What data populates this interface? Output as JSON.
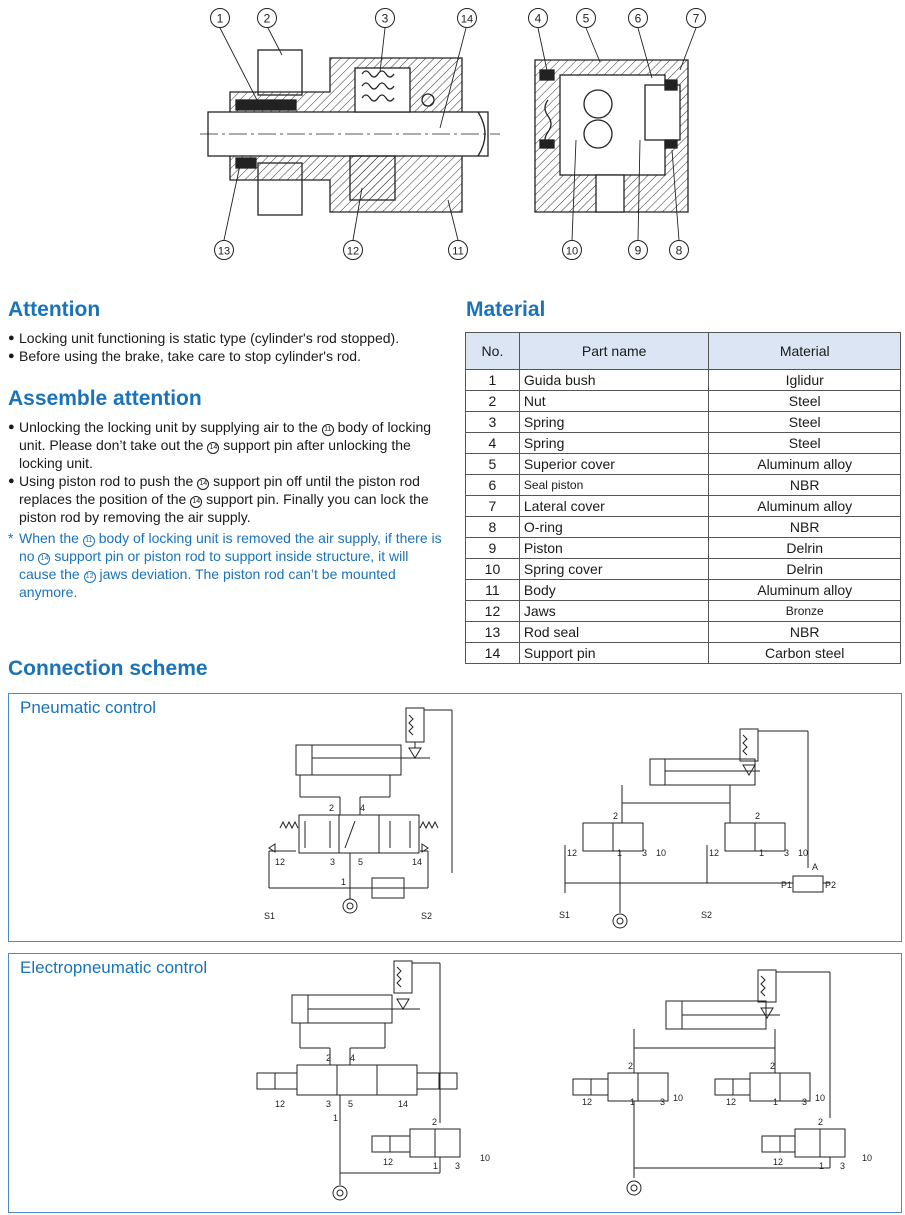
{
  "drawing": {
    "callouts_left": [
      "1",
      "2",
      "3",
      "14",
      "13",
      "12",
      "11"
    ],
    "callouts_right": [
      "4",
      "5",
      "6",
      "7",
      "10",
      "9",
      "8"
    ]
  },
  "attention": {
    "title": "Attention",
    "bullets": [
      "Locking unit functioning is static type (cylinder's rod stopped).",
      "Before using the brake, take care to stop cylinder's rod."
    ]
  },
  "assemble": {
    "title": "Assemble attention",
    "b1": {
      "p1": "Unlocking the locking unit by supplying air to the",
      "n1": "11",
      "p2": "body of locking unit. Please don’t take out the",
      "n2": "14",
      "p3": "support pin after unlocking the locking unit."
    },
    "b2": {
      "p1": "Using piston rod to push the",
      "n1": "14",
      "p2": "support pin off until the piston rod replaces the position of the",
      "n2": "14",
      "p3": "support pin. Finally you can lock the piston rod by removing the air supply."
    },
    "note": {
      "star": "*",
      "p1": "When the",
      "n1": "11",
      "p2": "body of locking unit is removed the air supply, if there is no",
      "n2": "14",
      "p3": "support pin or piston rod to support inside structure, it will cause the",
      "n3": "12",
      "p4": "jaws deviation. The piston rod can’t be mounted anymore."
    }
  },
  "material": {
    "title": "Material",
    "headers": [
      "No.",
      "Part name",
      "Material"
    ],
    "rows": [
      [
        "1",
        "Guida bush",
        "Iglidur"
      ],
      [
        "2",
        "Nut",
        "Steel"
      ],
      [
        "3",
        "Spring",
        "Steel"
      ],
      [
        "4",
        "Spring",
        "Steel"
      ],
      [
        "5",
        "Superior cover",
        "Aluminum alloy"
      ],
      [
        "6",
        "Seal piston",
        "NBR"
      ],
      [
        "7",
        "Lateral cover",
        "Aluminum alloy"
      ],
      [
        "8",
        "O-ring",
        "NBR"
      ],
      [
        "9",
        "Piston",
        "Delrin"
      ],
      [
        "10",
        "Spring cover",
        "Delrin"
      ],
      [
        "11",
        "Body",
        "Aluminum alloy"
      ],
      [
        "12",
        "Jaws",
        "Bronze"
      ],
      [
        "13",
        "Rod seal",
        "NBR"
      ],
      [
        "14",
        "Support pin",
        "Carbon steel"
      ]
    ]
  },
  "connection": {
    "title": "Connection scheme",
    "pneumatic": {
      "title": "Pneumatic control",
      "left": {
        "ports": [
          "2",
          "4",
          "12",
          "3",
          "5",
          "14",
          "1"
        ],
        "s1": "S1",
        "s2": "S2"
      },
      "right": {
        "ports": [
          "2",
          "12",
          "1",
          "3",
          "10",
          "2",
          "12",
          "1",
          "3",
          "10",
          "A",
          "P1",
          "P2"
        ],
        "s1": "S1",
        "s2": "S2"
      }
    },
    "electro": {
      "title": "Electropneumatic control",
      "left": {
        "ports": [
          "2",
          "4",
          "12",
          "3",
          "5",
          "14",
          "1",
          "2",
          "12",
          "1",
          "3",
          "10"
        ]
      },
      "right": {
        "ports": [
          "2",
          "12",
          "1",
          "3",
          "10",
          "2",
          "12",
          "1",
          "3",
          "10",
          "2",
          "12",
          "1",
          "3",
          "10"
        ]
      }
    }
  }
}
